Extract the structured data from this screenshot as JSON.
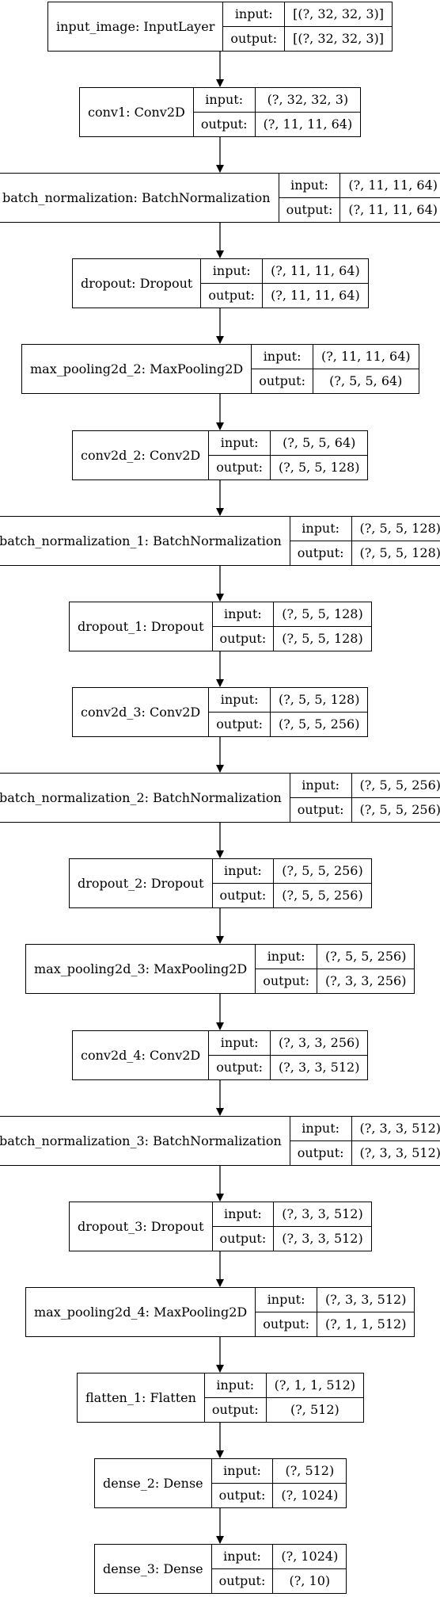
{
  "diagram": {
    "input_label": "input:",
    "output_label": "output:",
    "layers": [
      {
        "name": "input_image: InputLayer",
        "input": "[(?, 32, 32, 3)]",
        "output": "[(?, 32, 32, 3)]"
      },
      {
        "name": "conv1: Conv2D",
        "input": "(?, 32, 32, 3)",
        "output": "(?, 11, 11, 64)"
      },
      {
        "name": "batch_normalization: BatchNormalization",
        "input": "(?, 11, 11, 64)",
        "output": "(?, 11, 11, 64)"
      },
      {
        "name": "dropout: Dropout",
        "input": "(?, 11, 11, 64)",
        "output": "(?, 11, 11, 64)"
      },
      {
        "name": "max_pooling2d_2: MaxPooling2D",
        "input": "(?, 11, 11, 64)",
        "output": "(?, 5, 5, 64)"
      },
      {
        "name": "conv2d_2: Conv2D",
        "input": "(?, 5, 5, 64)",
        "output": "(?, 5, 5, 128)"
      },
      {
        "name": "batch_normalization_1: BatchNormalization",
        "input": "(?, 5, 5, 128)",
        "output": "(?, 5, 5, 128)"
      },
      {
        "name": "dropout_1: Dropout",
        "input": "(?, 5, 5, 128)",
        "output": "(?, 5, 5, 128)"
      },
      {
        "name": "conv2d_3: Conv2D",
        "input": "(?, 5, 5, 128)",
        "output": "(?, 5, 5, 256)"
      },
      {
        "name": "batch_normalization_2: BatchNormalization",
        "input": "(?, 5, 5, 256)",
        "output": "(?, 5, 5, 256)"
      },
      {
        "name": "dropout_2: Dropout",
        "input": "(?, 5, 5, 256)",
        "output": "(?, 5, 5, 256)"
      },
      {
        "name": "max_pooling2d_3: MaxPooling2D",
        "input": "(?, 5, 5, 256)",
        "output": "(?, 3, 3, 256)"
      },
      {
        "name": "conv2d_4: Conv2D",
        "input": "(?, 3, 3, 256)",
        "output": "(?, 3, 3, 512)"
      },
      {
        "name": "batch_normalization_3: BatchNormalization",
        "input": "(?, 3, 3, 512)",
        "output": "(?, 3, 3, 512)"
      },
      {
        "name": "dropout_3: Dropout",
        "input": "(?, 3, 3, 512)",
        "output": "(?, 3, 3, 512)"
      },
      {
        "name": "max_pooling2d_4: MaxPooling2D",
        "input": "(?, 3, 3, 512)",
        "output": "(?, 1, 1, 512)"
      },
      {
        "name": "flatten_1: Flatten",
        "input": "(?, 1, 1, 512)",
        "output": "(?, 512)"
      },
      {
        "name": "dense_2: Dense",
        "input": "(?, 512)",
        "output": "(?, 1024)"
      },
      {
        "name": "dense_3: Dense",
        "input": "(?, 1024)",
        "output": "(?, 10)"
      }
    ]
  }
}
